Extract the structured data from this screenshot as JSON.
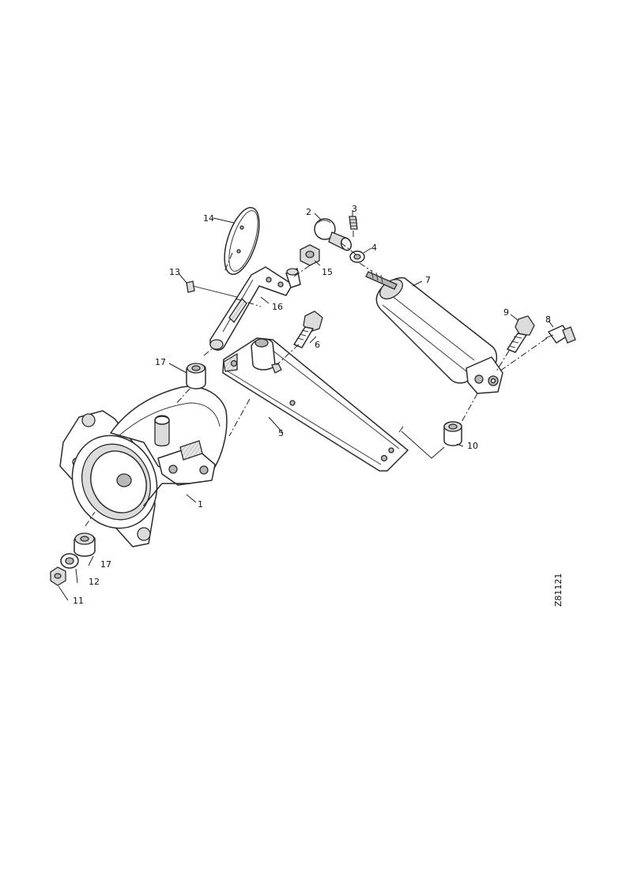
{
  "labels": {
    "p1": "1",
    "p2": "2",
    "p3": "3",
    "p4": "4",
    "p5": "5",
    "p6": "6",
    "p7": "7",
    "p8": "8",
    "p9": "9",
    "p10": "10",
    "p11": "11",
    "p12": "12",
    "p13": "13",
    "p14": "14",
    "p15": "15",
    "p16": "16",
    "p17a": "17",
    "p17b": "17"
  },
  "drawing_code": "Z81121"
}
